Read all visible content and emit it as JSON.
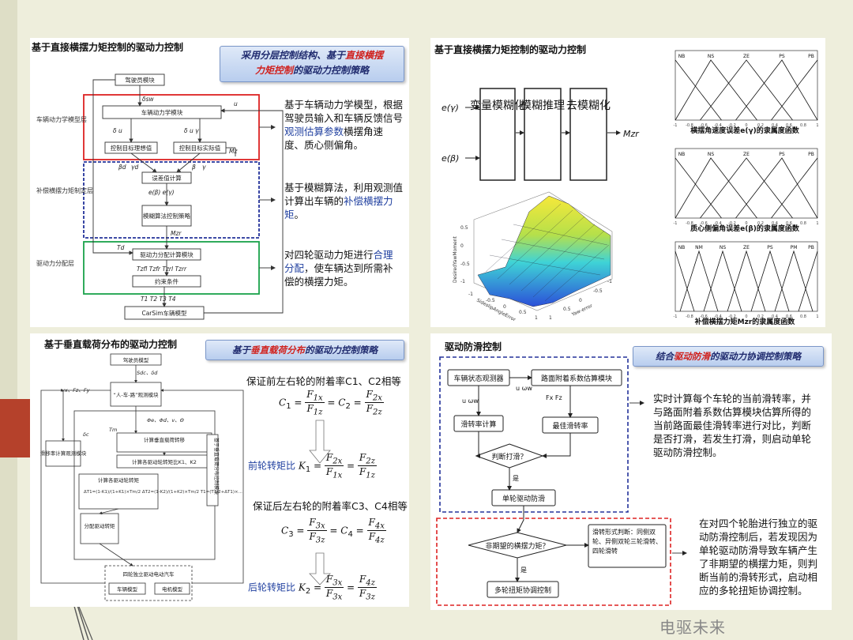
{
  "panel1": {
    "title": "基于直接横摆力矩控制的驱动力控制",
    "banner_line1_pre": "采用分层控制结构、基于",
    "banner_line1_red": "直接横摆",
    "banner_line2_red": "力矩控制",
    "banner_line2_post": "的驱动力控制策略",
    "layer_labels": [
      "车辆动力学模型层",
      "补偿横摆力矩制定层",
      "驱动力分配层"
    ],
    "blocks": [
      "驾驶员模块",
      "车辆动力学模块",
      "控制目标理想值",
      "控制目标实际值",
      "误差值计算",
      "模糊算法控制策略",
      "驱动力分配计算模块",
      "约束条件",
      "CarSim车辆模型"
    ],
    "signals": [
      "δsw",
      "u",
      "δ u",
      "δ u γ",
      "Mz",
      "βd",
      "γd",
      "β",
      "γ",
      "e(β) e(γ)",
      "Mzr",
      "Td",
      "Tzfl Tzfr Tzrl Tzrr",
      "T1 T2 T3 T4"
    ],
    "desc1_a": "基于车辆动力学模型，根据驾驶员输入和车辆反馈信号",
    "desc1_b": "观测估算参数",
    "desc1_c": "横摆角速度、质心侧偏角。",
    "desc2_a": "基于模糊算法，利用观测值计算出车辆的",
    "desc2_b": "补偿横摆力矩",
    "desc2_c": "。",
    "desc3_a": "对四轮驱动力矩进行",
    "desc3_b": "合理分配",
    "desc3_c": "，使车辆达到所需补偿的横摆力矩。"
  },
  "panel2": {
    "title": "基于直接横摆力矩控制的驱动力控制",
    "inputs": [
      "e(γ)",
      "e(β)"
    ],
    "stages": [
      "变量模糊化",
      "模糊推理",
      "去模糊化"
    ],
    "output": "Mzr",
    "surface": {
      "zlabel": "DesiredYawMoment",
      "xlabel": "SideslipAngleError",
      "ylabel": "Yaw-error",
      "z_ticks": [
        "0.5",
        "0",
        "-0.5",
        "-1"
      ],
      "x_ticks": [
        "-1",
        "-0.5",
        "0",
        "0.5",
        "1"
      ],
      "y_ticks": [
        "1",
        "0.5",
        "0",
        "-0.5",
        "-1"
      ]
    },
    "mf": [
      {
        "labels": [
          "NB",
          "NS",
          "ZE",
          "PS",
          "PB"
        ],
        "caption": "横摆角速度误差e(γ)的隶属度函数"
      },
      {
        "labels": [
          "NB",
          "NS",
          "ZE",
          "PS",
          "PB"
        ],
        "caption": "质心侧偏角误差e(β)的隶属度函数"
      },
      {
        "labels": [
          "NB",
          "NM",
          "NS",
          "ZE",
          "PS",
          "PM",
          "PB"
        ],
        "caption": "补偿横摆力矩Mzr的隶属度函数"
      }
    ],
    "mf_ticks": [
      "-1",
      "-0.8",
      "-0.6",
      "-0.4",
      "-0.2",
      "0",
      "0.2",
      "0.4",
      "0.6",
      "0.8",
      "1"
    ]
  },
  "panel3": {
    "title": "基于垂直载荷分布的驱动力控制",
    "banner_pre": "基于",
    "banner_red": "垂直载荷分布",
    "banner_post": "的驱动力控制策略",
    "blocks": [
      "驾驶员模型",
      "“人-车-路”观测模块",
      "滑移率计算观测模块",
      "计算垂直载荷转移",
      "计算各驱动轮转矩比K1、K2",
      "计算各驱动轮转矩",
      "分配驱动转矩",
      "四轮独立驱动电动汽车",
      "车辆模型",
      "电机模型",
      "基于垂直载荷分布控制模块"
    ],
    "signals": [
      "Sdc、δd",
      "Φe、Φd、v、Θ",
      "δc",
      "Tm",
      "vx、Fz、Fy"
    ],
    "formulas": "ΔT1=(1-K1)/(1+K1)×Tm/2  ΔT2=(1-K2)/(1+K2)×Tm/2  T1=(T1/2+ΔT1)×...",
    "text1": "保证前左右轮的附着率C1、C2相等",
    "label_front": "前轮转矩比",
    "text2": "保证后左右轮的附着率C3、C4相等",
    "label_rear": "后轮转矩比"
  },
  "panel4": {
    "title": "驱动防滑控制",
    "banner_pre": "结合",
    "banner_red": "驱动防滑",
    "banner_post": "的驱动力协调控制策略",
    "blocks": [
      "车辆状态观测器",
      "路面附着系数估算模块",
      "滑转率计算",
      "最佳滑转率",
      "判断打滑？",
      "单轮驱动防滑",
      "非期望的横摆力矩？",
      "滑转形式判断：同侧双轮、异侧双轮三轮滑转、四轮滑转",
      "多轮扭矩协调控制"
    ],
    "signals": [
      "u ωw",
      "u ωw",
      "Fx Fz",
      "是",
      "是"
    ],
    "desc1": "实时计算每个车轮的当前滑转率，并与路面附着系数估算模块估算所得的当前路面最佳滑转率进行对比，判断是否打滑，若发生打滑，则启动单轮驱动防滑控制。",
    "desc2": "在对四个轮胎进行独立的驱动防滑控制后，若发现因为单轮驱动防滑导致车辆产生了非期望的横摆力矩，则判断当前的滑转形式，启动相应的多轮扭矩协调控制。"
  },
  "watermark": "电驱未来"
}
